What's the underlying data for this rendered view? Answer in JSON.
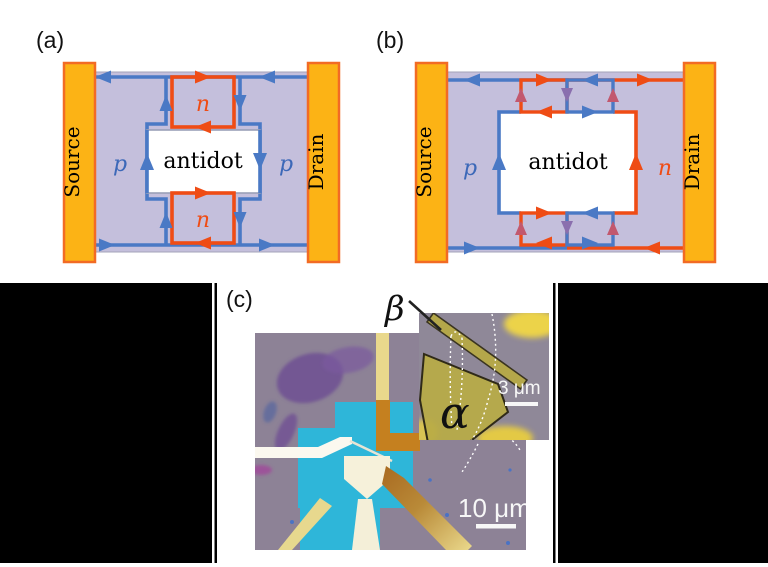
{
  "figure": {
    "panel_a": {
      "label": "(a)",
      "source": "Source",
      "drain": "Drain",
      "antidot": "antidot",
      "p_left": "p",
      "p_right": "p",
      "n_top": "n",
      "n_bottom": "n"
    },
    "panel_b": {
      "label": "(b)",
      "source": "Source",
      "drain": "Drain",
      "antidot": "antidot",
      "p": "p",
      "n": "n"
    },
    "panel_c": {
      "label": "(c)",
      "beta": "β",
      "alpha": "α",
      "inset_scale": "3 μm",
      "main_scale": "10 μm"
    },
    "colors": {
      "p_region": "#c4bfdc",
      "p_edge_blue": "#4a79c5",
      "n_edge_red": "#ef4c15",
      "contact_fill": "#fcb315",
      "contact_border": "#f26b24",
      "antidot_fill": "#ffffff",
      "photo_background": "#8d8296",
      "mesa_cyan": "#2eb6d9",
      "gate_olive": "#b9ab45",
      "electrode_yellow": "#e9d88c",
      "black_mask": "#000000"
    }
  }
}
